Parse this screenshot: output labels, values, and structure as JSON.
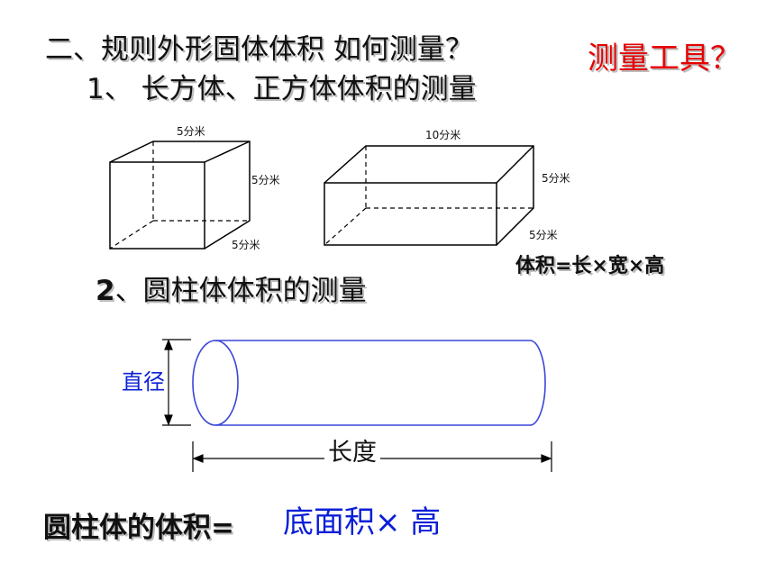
{
  "title": "二、规则外形固体体积 如何测量？",
  "tools_question": "测量工具？",
  "section1": "1、 长方体、正方体体积的测量",
  "cube": {
    "top_label": "5分米",
    "right_label": "5分米",
    "bottom_label": "5分米"
  },
  "box": {
    "top_label": "10分米",
    "right_label": "5分米",
    "bottom_label": "5分米"
  },
  "box_formula": "体积=长×宽×高",
  "section2_num": "2",
  "section2_text": "、圆柱体体积的测量",
  "cylinder": {
    "diameter_label": "直径",
    "length_label": "长度"
  },
  "cylinder_formula_label": "圆柱体的体积=",
  "cylinder_formula_value": "底面积×  高",
  "colors": {
    "blue": "#0b1fd6",
    "red": "#e60000",
    "cylinder_outline": "#3a46d8"
  }
}
